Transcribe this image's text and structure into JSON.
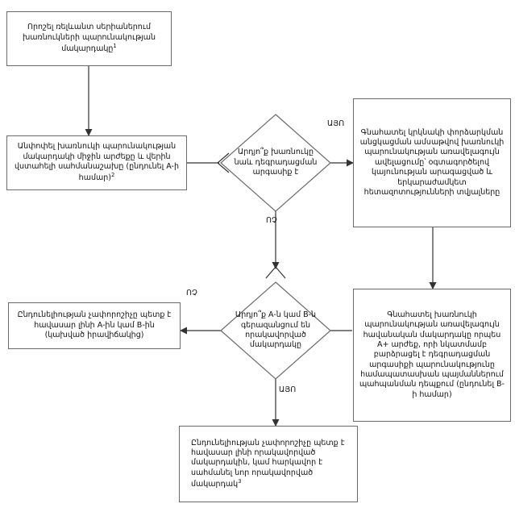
{
  "diagram": {
    "title": "Impurity qualification decision flowchart",
    "language": "hy",
    "stroke_color": "#6b6b6b",
    "text_color": "#111111",
    "background": "#ffffff"
  },
  "nodes": {
    "start": {
      "id": "n1",
      "type": "process",
      "text": "Որոշել ռելևանտ սերիաներում խառնուկների պարունակության մակարդակը",
      "superscript": "1"
    },
    "estimate_mean": {
      "id": "n2",
      "type": "process",
      "text": "Անփոփել խառնուկի պարունակության մակարդակի միջին արժեքը և վերին վստահելի սահմանաշախը (ընդունել A-ի համար)",
      "superscript": "2"
    },
    "decision_degradation": {
      "id": "d1",
      "type": "decision",
      "text": "Արդյո՞ք խառնուկը նաև դեգրադացման արգասիք է"
    },
    "retest_assessment": {
      "id": "n3",
      "type": "process",
      "text": "Գնահատել կրկնակի փորձարկման անցկացման ամսաթվով խառնուկի պարունակության առավելագույն ավելացումը՝ օգտագործելով կայունության արագացված և երկարաժամկետ հետազոտությունների տվյալները"
    },
    "max_probable_level": {
      "id": "n4",
      "type": "process",
      "text": "Գնահատել խառնուկի պարունակության առավելագույն հավանական մակարդակը որպես A+ արժեք, որի նկատմամբ բարձրացել է դեգրադացման արգասիքի պարունակությունը համապատասխան պայմաններում պահպանման դեպքում (ընդունել B-ի համար)"
    },
    "decision_exceeds": {
      "id": "d2",
      "type": "decision",
      "text": "Արդյո՞ք A-ն կամ B-ն գերազանցում են որակավորված մակարդակը"
    },
    "criterion_ab": {
      "id": "n5",
      "type": "process",
      "text": "Ընդունելիության չափորոշիչը պետք է հավասար լինի A-ին կամ B-ին (կախված իրավիճակից)"
    },
    "criterion_qualified": {
      "id": "n6",
      "type": "process",
      "text": "Ընդունելիության չափորոշիչը պետք է հավասար լինի որակավորված մակարդակին, կամ հարկավոր է սահմանել նոր որակավորված մակարդակ",
      "superscript": "3"
    }
  },
  "edge_labels": {
    "yes_1": "ԱՅՈ",
    "no_1": "ՈՉ",
    "no_2": "ՈՉ",
    "yes_2": "ԱՅՈ"
  }
}
